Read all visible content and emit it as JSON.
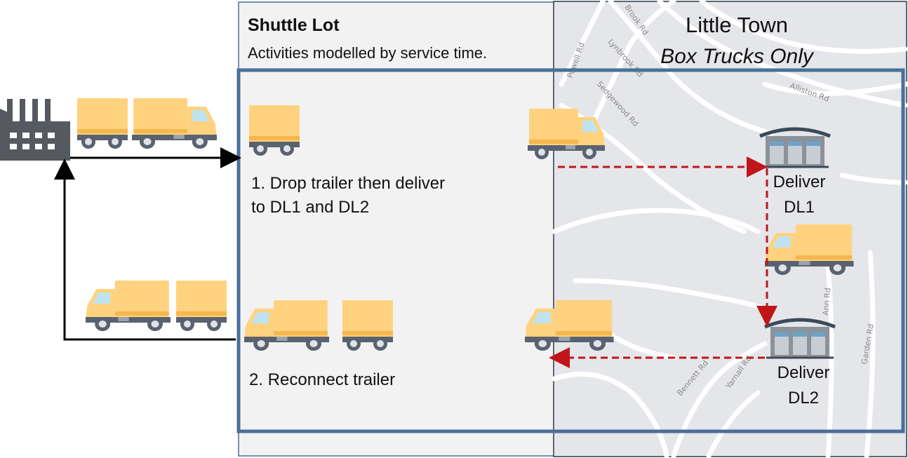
{
  "shuttle_lot": {
    "title": "Shuttle Lot",
    "subtitle": "Activities modelled by service time."
  },
  "little_town": {
    "title": "Little Town",
    "subtitle": "Box Trucks Only"
  },
  "steps": {
    "step1_line1": "1. Drop trailer then deliver",
    "step1_line2": "to DL1 and DL2",
    "step2": "2. Reconnect trailer"
  },
  "delivery_locations": {
    "dl1_line1": "Deliver",
    "dl1_line2": "DL1",
    "dl2_line1": "Deliver",
    "dl2_line2": "DL2"
  },
  "map_road_labels": [
    "Powell Rd",
    "Lynbrook Rd",
    "Sedgewood Rd",
    "Alliston Rd",
    "Bennett Rd",
    "Yarnall Rd",
    "Garden Rd",
    "Brook Rd",
    "Ann Rd"
  ],
  "icons": [
    "factory-icon",
    "truck-with-trailer-icon",
    "trailer-icon",
    "box-truck-icon",
    "warehouse-icon"
  ],
  "colors": {
    "truck_body": "#ffd27f",
    "truck_stripe": "#f5b74e",
    "truck_dark": "#5a6270",
    "zone_border": "#4a6f9a",
    "route_dashed": "#c0161a",
    "map_bg": "#e5e6ea",
    "lot_bg": "#f2f2f2",
    "factory": "#555a60"
  }
}
